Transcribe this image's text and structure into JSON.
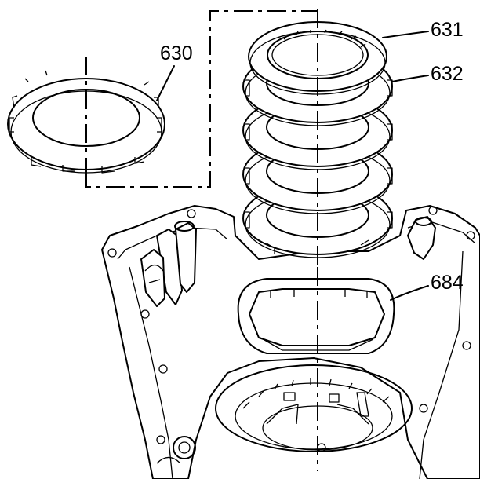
{
  "diagram": {
    "callouts": {
      "c630": "630",
      "c631": "631",
      "c632": "632",
      "c684": "684"
    },
    "line_color": "#000000",
    "background": "#ffffff"
  }
}
